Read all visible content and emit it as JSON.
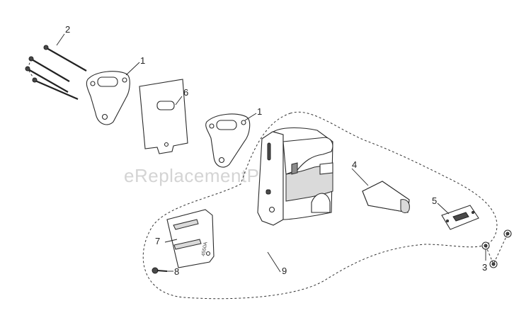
{
  "diagram": {
    "watermark": "eReplacementParts.com",
    "part_stamp": "4550A",
    "callouts": [
      {
        "id": "2",
        "label": "2"
      },
      {
        "id": "1a",
        "label": "1"
      },
      {
        "id": "6",
        "label": "6"
      },
      {
        "id": "1b",
        "label": "1"
      },
      {
        "id": "4",
        "label": "4"
      },
      {
        "id": "5",
        "label": "5"
      },
      {
        "id": "7",
        "label": "7"
      },
      {
        "id": "8",
        "label": "8"
      },
      {
        "id": "9",
        "label": "9"
      },
      {
        "id": "3",
        "label": "3"
      }
    ]
  }
}
